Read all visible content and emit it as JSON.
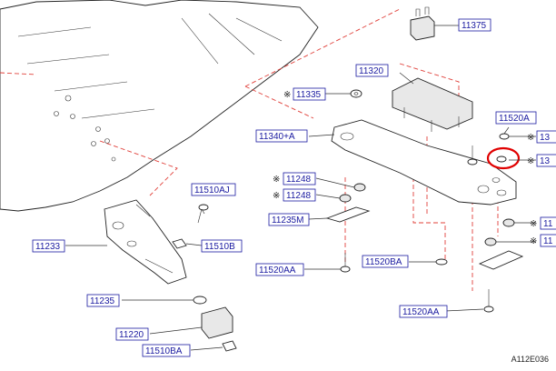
{
  "parts": {
    "p11375": "11375",
    "p11320": "11320",
    "p11335": "11335",
    "p11340a": "11340+A",
    "p11520a": "11520A",
    "p13a": "13",
    "p13b": "13",
    "p11248a": "11248",
    "p11248b": "11248",
    "p11235m": "11235M",
    "p11520aa_top": "11520AA",
    "p11520ba": "11520BA",
    "p11520aa_bot": "11520AA",
    "p11a": "11",
    "p11b": "11",
    "p11510aj": "11510AJ",
    "p11233": "11233",
    "p11510b": "11510B",
    "p11235": "11235",
    "p11220": "11220",
    "p11510ba": "11510BA"
  },
  "asterisk": "※",
  "diagram_code": "A112E036",
  "colors": {
    "label": "#1a1aa0",
    "highlight": "#e00000",
    "dashed": "#e0403a"
  }
}
